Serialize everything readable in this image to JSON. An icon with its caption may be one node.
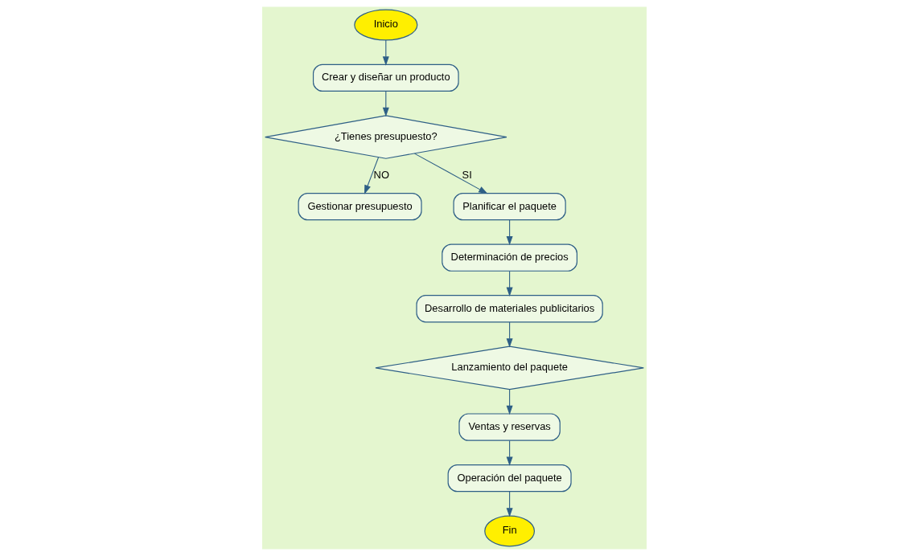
{
  "diagram": {
    "nodes": [
      {
        "text": [
          "Inicio"
        ]
      },
      {
        "text": [
          "Crear y diseñar un producto"
        ]
      },
      {
        "text": [
          "¿Tienes presupuesto?"
        ]
      },
      {
        "text": [
          "Gestionar presupuesto"
        ]
      },
      {
        "text": [
          "Planificar el paquete"
        ]
      },
      {
        "text": [
          "Determinación de precios"
        ]
      },
      {
        "text": [
          "Desarrollo de materiales publicitarios"
        ]
      },
      {
        "text": [
          "Lanzamiento del paquete"
        ]
      },
      {
        "text": [
          "Ventas y reservas"
        ]
      },
      {
        "text": [
          "Operación del paquete"
        ]
      },
      {
        "text": [
          "Fin"
        ]
      }
    ],
    "edges": [
      {
        "from": 0,
        "to": 1,
        "arrow": "to"
      },
      {
        "from": 1,
        "to": 2,
        "arrow": "to"
      },
      {
        "from": 2,
        "to": 3,
        "arrow": "to",
        "label": "NO"
      },
      {
        "from": 2,
        "to": 4,
        "arrow": "to",
        "label": "SI"
      },
      {
        "from": 4,
        "to": 5,
        "arrow": "to"
      },
      {
        "from": 5,
        "to": 6,
        "arrow": "to"
      },
      {
        "from": 6,
        "to": 7,
        "arrow": "to"
      },
      {
        "from": 7,
        "to": 8,
        "arrow": "to"
      },
      {
        "from": 8,
        "to": 9,
        "arrow": "to"
      },
      {
        "from": 9,
        "to": 10,
        "arrow": "to"
      }
    ]
  }
}
